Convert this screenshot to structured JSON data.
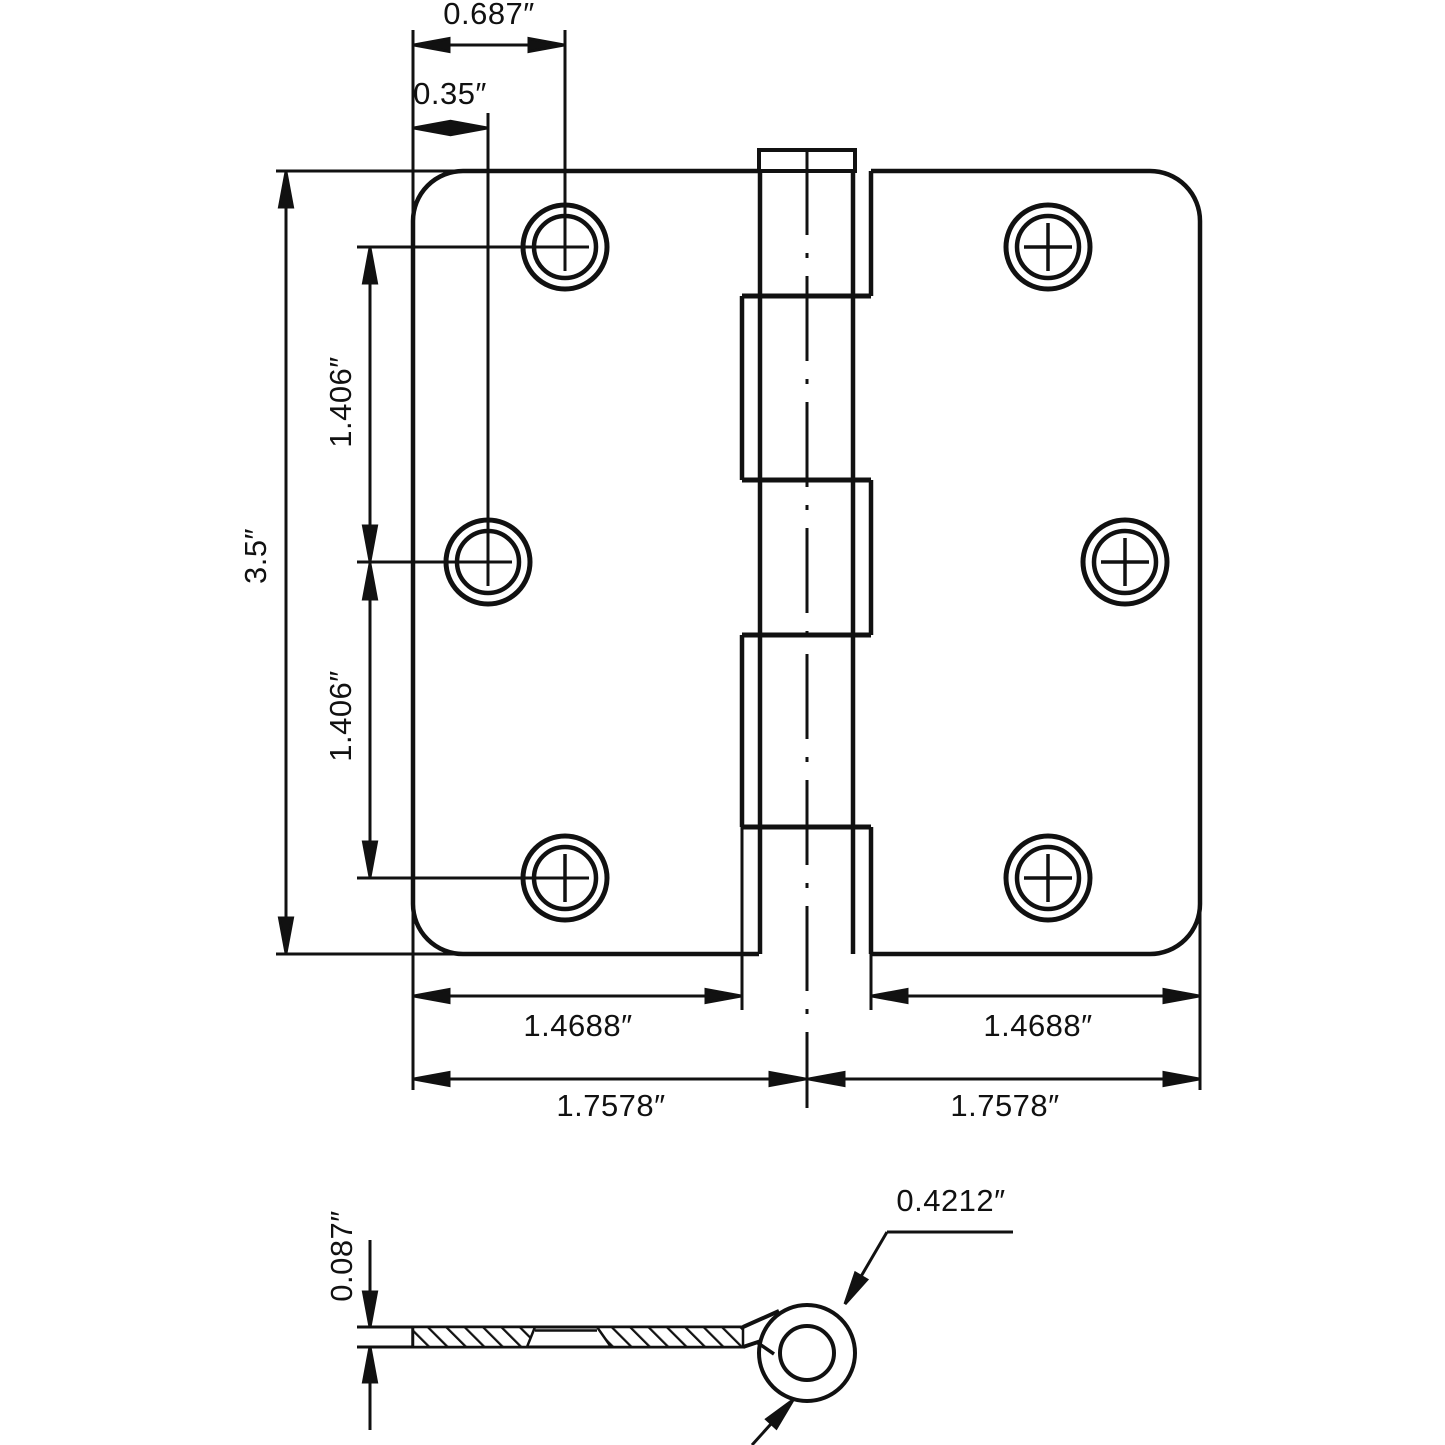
{
  "title": "Door hinge dimensional drawing",
  "colors": {
    "line": "#111111",
    "background": "#ffffff"
  },
  "dimensions": {
    "hole_offset_outer": "0.687″",
    "hole_offset_middle": "0.35″",
    "hinge_height": "3.5″",
    "hole_spacing_upper": "1.406″",
    "hole_spacing_lower": "1.406″",
    "leaf_width_to_knuckle_left": "1.4688″",
    "leaf_width_to_knuckle_right": "1.4688″",
    "leaf_width_to_pin_left": "1.7578″",
    "leaf_width_to_pin_right": "1.7578″",
    "leaf_thickness": "0.087″",
    "knuckle_diameter": "0.4212″"
  }
}
